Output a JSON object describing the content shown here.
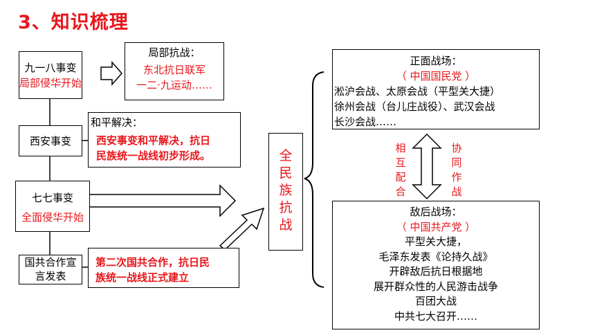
{
  "title": "3、知识梳理",
  "timeline": {
    "e918": {
      "name": "九一八事变",
      "note": "局部侵华开始"
    },
    "xian": {
      "name": "西安事变"
    },
    "qiqi": {
      "name": "七七事变",
      "note": "全面侵华开始"
    },
    "gonggao": {
      "name_line1": "国共合作宣",
      "name_line2": "言发表"
    }
  },
  "local_war": {
    "heading": "局部抗战：",
    "line1": "东北抗日联军",
    "line2": "一二·九运动……"
  },
  "peace": {
    "heading": "和平解决：",
    "line1": "西安事变和平解决，抗日",
    "line2": "民族统一战线初步形成。"
  },
  "coop": {
    "line1": "第二次国共合作，抗日民",
    "line2": "族统一战线正式建立"
  },
  "national_war": {
    "chars": [
      "全",
      "民",
      "族",
      "抗",
      "战"
    ]
  },
  "front": {
    "heading": "正面战场：",
    "party": "（ 中国国民党 ）",
    "lines": [
      "淞沪会战、太原会战（平型关大捷）",
      "徐州会战（台儿庄战役）、武汉会战",
      "长沙会战……"
    ]
  },
  "relation": {
    "left": [
      "相",
      "互",
      "配",
      "合"
    ],
    "right": [
      "协",
      "同",
      "作",
      "战"
    ]
  },
  "rear": {
    "heading": "敌后战场：",
    "party": "（ 中国共产党 ）",
    "lines": [
      "平型关大捷，",
      "毛泽东发表《论持久战》",
      "开辟敌后抗日根据地",
      "展开群众性的人民游击战争",
      "百团大战",
      "中共七大召开……"
    ]
  },
  "colors": {
    "accent_red": "#e8161b",
    "line": "#000000"
  }
}
